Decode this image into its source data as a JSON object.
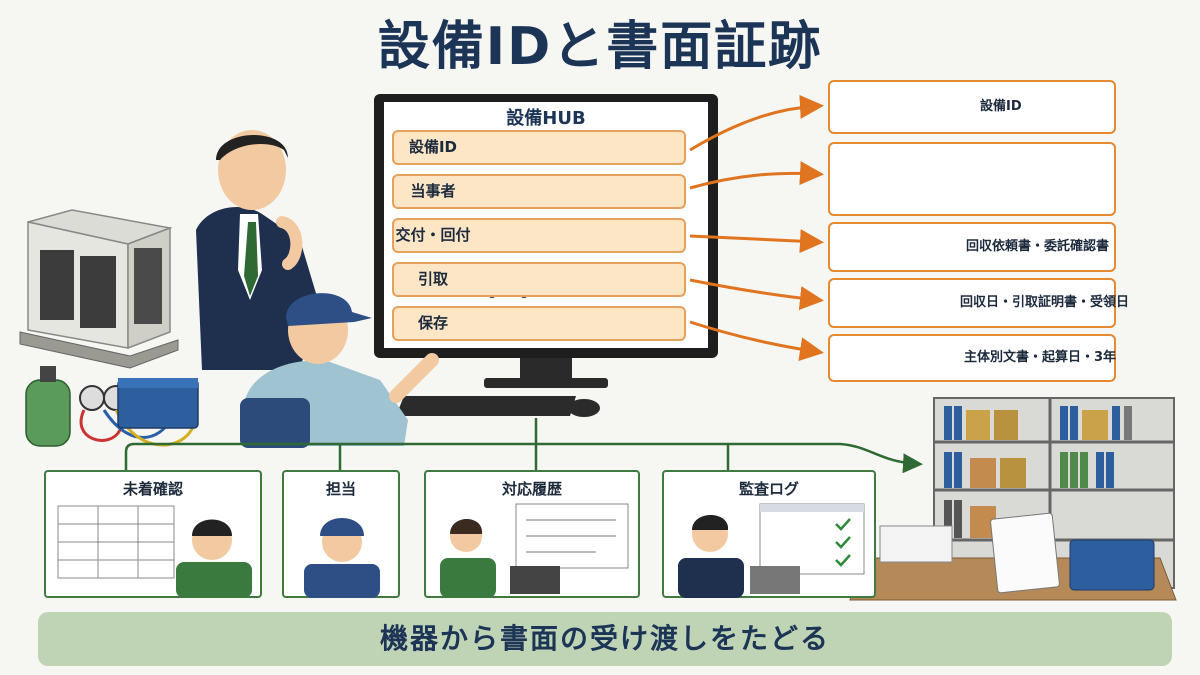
{
  "title": "設備IDと書面証跡",
  "hub": {
    "title": "設備HUB",
    "rows": [
      {
        "label": "設備ID"
      },
      {
        "label": "当事者"
      },
      {
        "label": "交付・回付"
      },
      {
        "label": "引取"
      },
      {
        "label": "保存"
      }
    ]
  },
  "outputs": [
    {
      "label": "設備ID"
    },
    {
      "label": ""
    },
    {
      "label": "回収依頼書・委託確認書"
    },
    {
      "label": "回収日・引取証明書・受領日"
    },
    {
      "label": "主体別文書・起算日・3年"
    }
  ],
  "sub_panels": [
    {
      "label": "未着確認"
    },
    {
      "label": "担当"
    },
    {
      "label": "対応履歴"
    },
    {
      "label": "監査ログ"
    }
  ],
  "banner": "機器から書面の受け渡しをたどる",
  "colors": {
    "title": "#1c3557",
    "hub_row_fill": "#fde6c6",
    "hub_row_border": "#e6a15a",
    "arrow_orange": "#e0741f",
    "tree_green": "#2f6a34",
    "banner_fill": "#bfd4b4"
  }
}
